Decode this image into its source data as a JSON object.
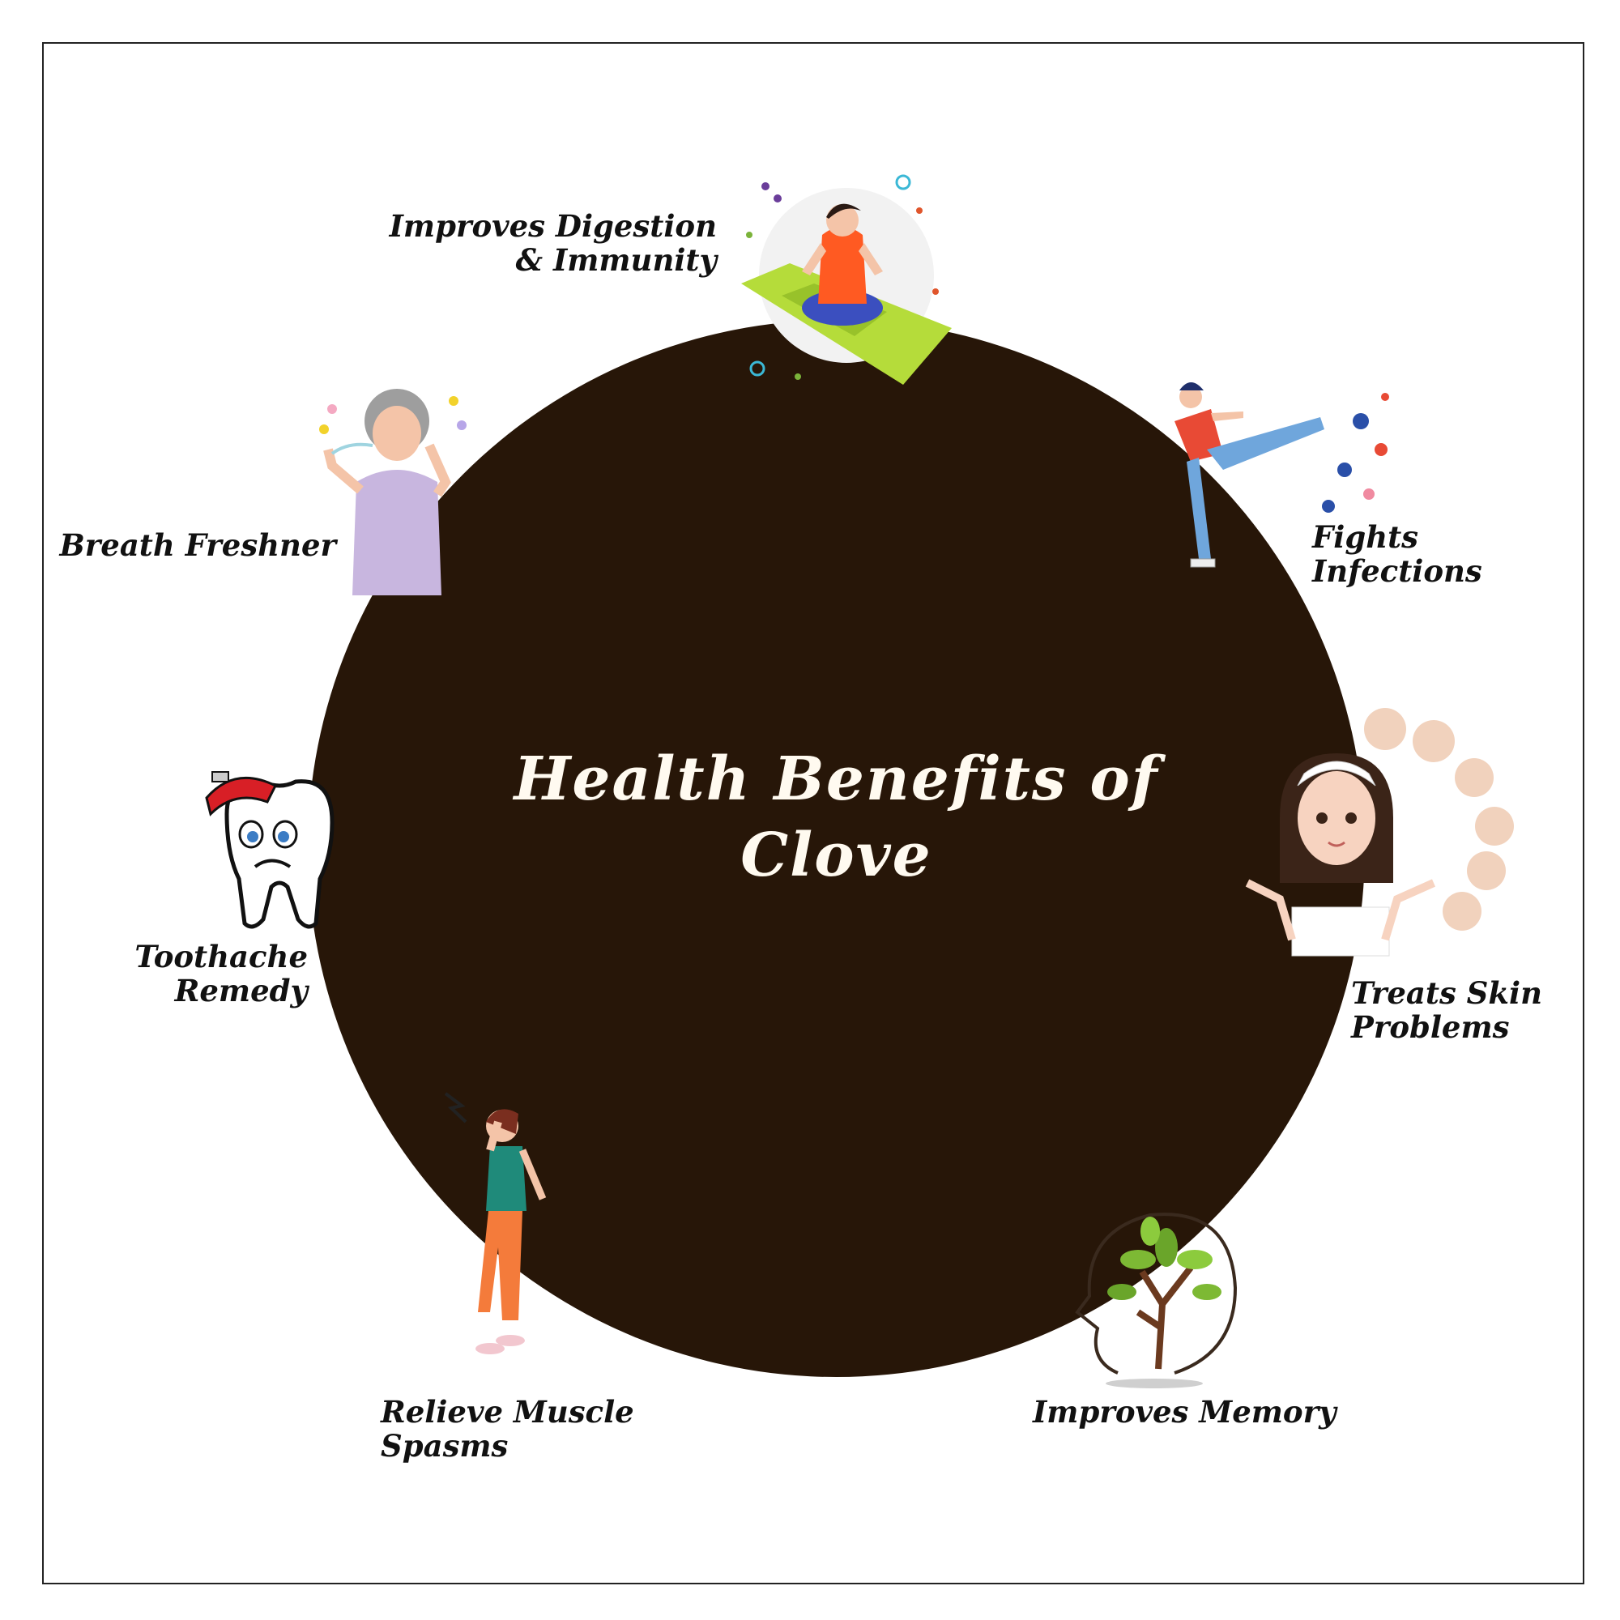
{
  "title": {
    "line1": "Health Benefits of",
    "line2": "Clove"
  },
  "benefits": [
    {
      "lines": [
        "Improves Digestion",
        "& Immunity"
      ],
      "icon": "meditating-woman-icon"
    },
    {
      "lines": [
        "Fights",
        "Infections"
      ],
      "icon": "kicking-germs-icon"
    },
    {
      "lines": [
        "Treats Skin",
        "Problems"
      ],
      "icon": "skin-care-woman-icon"
    },
    {
      "lines": [
        "Improves Memory"
      ],
      "icon": "brain-tree-icon"
    },
    {
      "lines": [
        "Relieve Muscle",
        "Spasms"
      ],
      "icon": "neck-pain-woman-icon"
    },
    {
      "lines": [
        "Toothache",
        "Remedy"
      ],
      "icon": "sick-tooth-icon"
    },
    {
      "lines": [
        "Breath Freshner"
      ],
      "icon": "fresh-breath-woman-icon"
    }
  ],
  "colors": {
    "circle": "#271608",
    "title": "#fffaf0",
    "label": "#111111"
  }
}
